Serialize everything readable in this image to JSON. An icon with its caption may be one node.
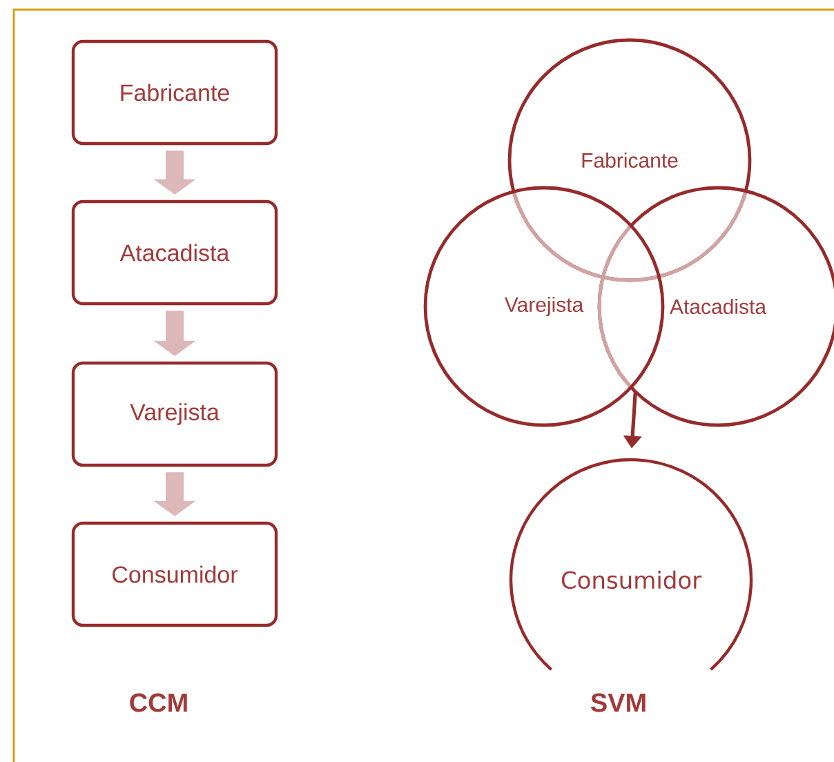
{
  "diagram": {
    "nodes": [
      {
        "text": [
          "Fabricante"
        ]
      },
      {
        "text": [
          "Atacadista"
        ]
      },
      {
        "text": [
          "Varejista"
        ]
      },
      {
        "text": [
          "Consumidor"
        ]
      },
      {
        "text": [
          "Fabricante"
        ]
      },
      {
        "text": [
          "Varejista"
        ]
      },
      {
        "text": [
          "Atacadista"
        ]
      },
      {
        "text": [
          "Consumidor"
        ]
      }
    ],
    "edges": [
      {
        "from": 0,
        "to": 1,
        "arrow": "to"
      },
      {
        "from": 1,
        "to": 2,
        "arrow": "to"
      },
      {
        "from": 2,
        "to": 3,
        "arrow": "to"
      },
      {
        "from": 6,
        "to": 7,
        "arrow": "to",
        "color": "#962b2b"
      }
    ],
    "labels": [
      "CCM",
      "SVM"
    ]
  }
}
